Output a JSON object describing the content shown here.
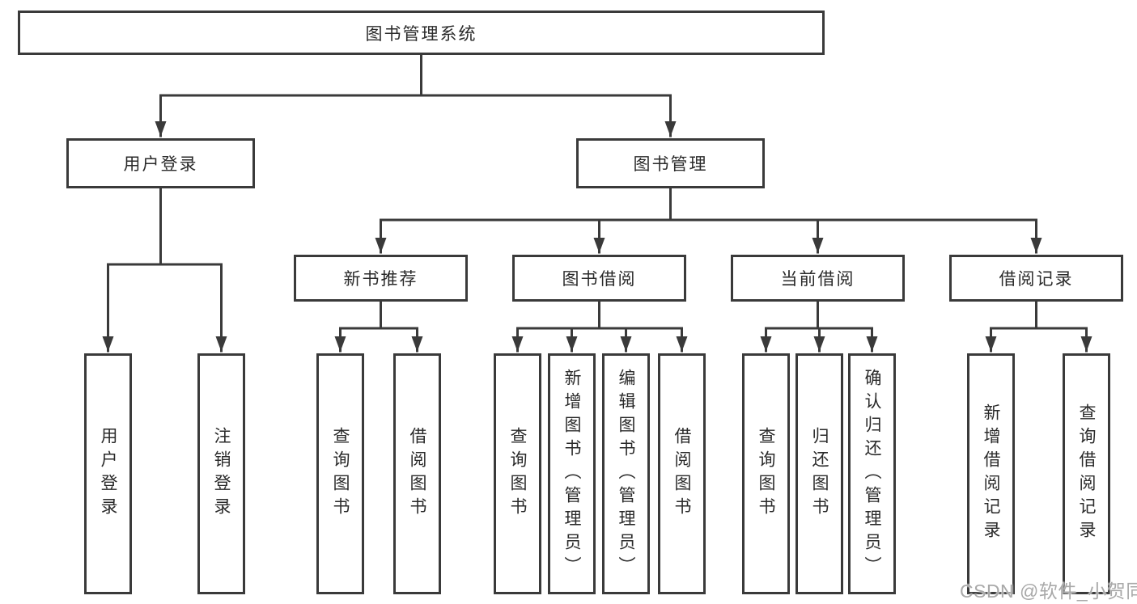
{
  "diagram": {
    "title": "图书管理系统",
    "branches": [
      {
        "label": "用户登录",
        "children": [
          {
            "label": "用户登录"
          },
          {
            "label": "注销登录"
          }
        ]
      },
      {
        "label": "图书管理",
        "children": [
          {
            "label": "新书推荐",
            "children": [
              {
                "label": "查询图书"
              },
              {
                "label": "借阅图书"
              }
            ]
          },
          {
            "label": "图书借阅",
            "children": [
              {
                "label": "查询图书"
              },
              {
                "label": "新增图书（管理员）"
              },
              {
                "label": "编辑图书（管理员）"
              },
              {
                "label": "借阅图书"
              }
            ]
          },
          {
            "label": "当前借阅",
            "children": [
              {
                "label": "查询图书"
              },
              {
                "label": "归还图书"
              },
              {
                "label": "确认归还（管理员）"
              }
            ]
          },
          {
            "label": "借阅记录",
            "children": [
              {
                "label": "新增借阅记录"
              },
              {
                "label": "查询借阅记录"
              }
            ]
          }
        ]
      }
    ]
  },
  "watermark": {
    "text": "CSDN @软件_小贺同学",
    "color": "#a9a9a9"
  },
  "colors": {
    "line": "#3a3a3a",
    "box_border": "#3a3a3a",
    "text": "#2a2a2a",
    "background": "#ffffff"
  }
}
